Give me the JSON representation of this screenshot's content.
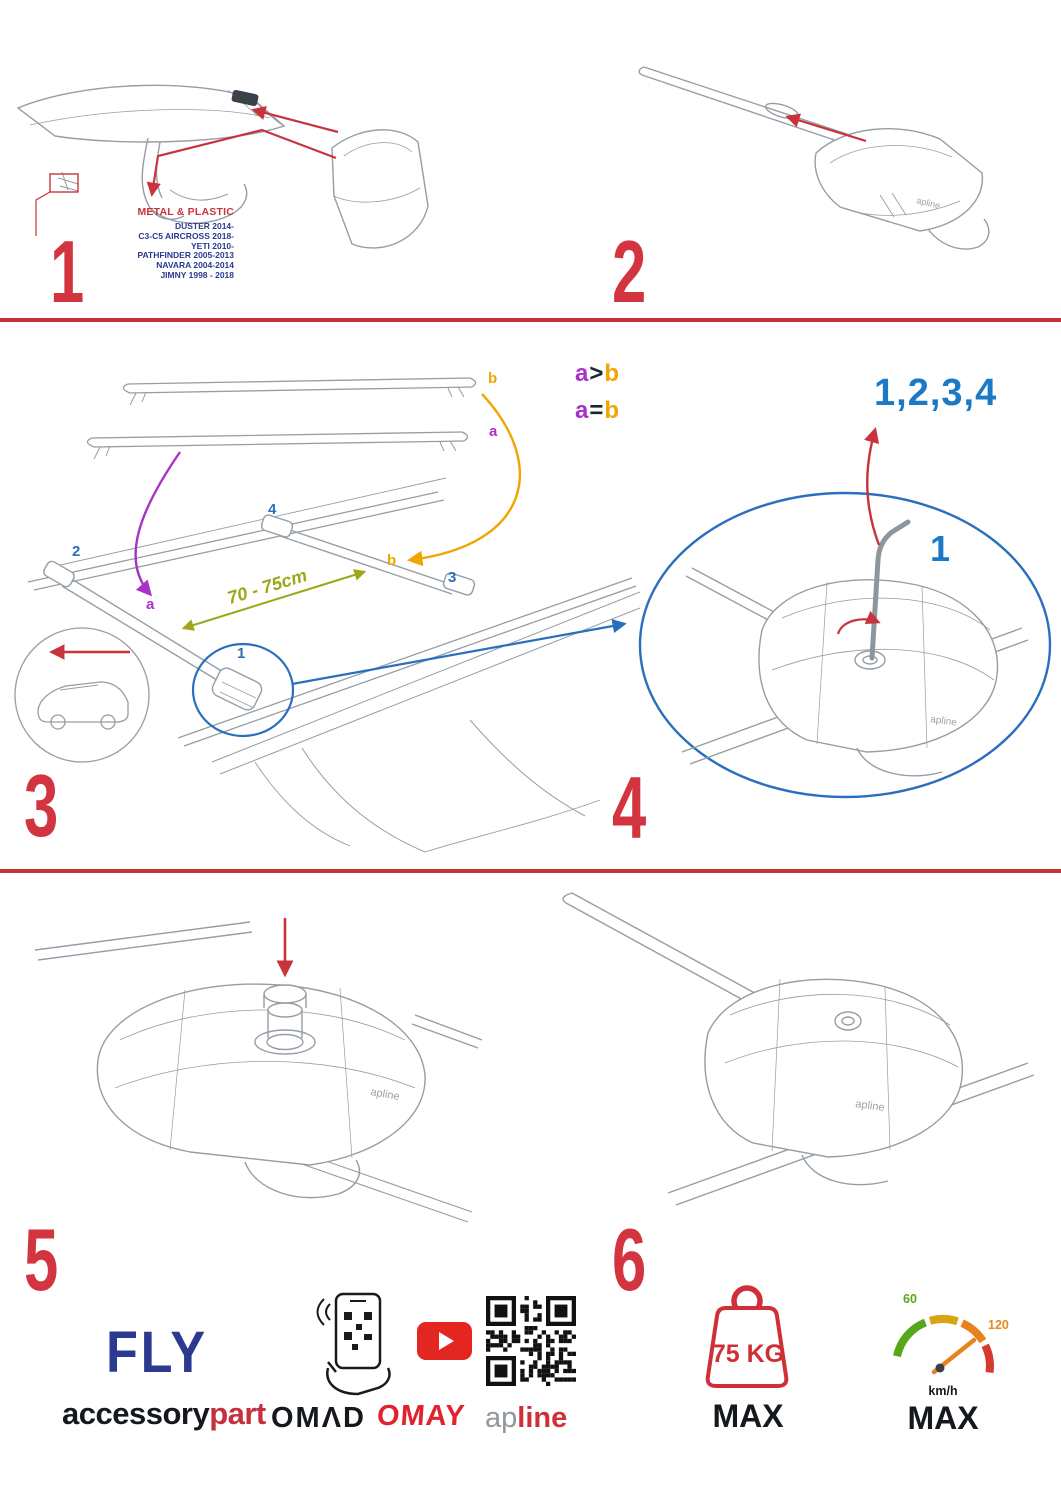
{
  "steps": {
    "step1": {
      "number": "1",
      "material": "METAL & PLASTIC",
      "vehicles": [
        "DUSTER 2014-",
        "C3-C5 AIRCROSS 2018-",
        "YETI 2010-",
        "PATHFINDER 2005-2013",
        "NAVARA 2004-2014",
        "JIMNY 1998 - 2018"
      ]
    },
    "step2": {
      "number": "2"
    },
    "step3": {
      "number": "3",
      "bar_label_b": "b",
      "bar_label_a": "a",
      "legend_gt": {
        "a": "a",
        "op": ">",
        "b": "b"
      },
      "legend_eq": {
        "a": "a",
        "op": "=",
        "b": "b"
      },
      "roof_2": "2",
      "roof_4": "4",
      "roof_b": "b",
      "roof_3": "3",
      "roof_a": "a",
      "roof_1": "1",
      "distance": "70 - 75cm"
    },
    "step4": {
      "number": "4",
      "sequence": "1,2,3,4",
      "callout": "1"
    },
    "step5": {
      "number": "5"
    },
    "step6": {
      "number": "6"
    }
  },
  "branding": {
    "fly": "FLY",
    "accessory": "accessory",
    "part": "part",
    "omad": "OMΛD",
    "omay": "OMAY",
    "apline_ap": "ap",
    "apline_line": "line",
    "logo_small": "apline"
  },
  "limits": {
    "weight_value": "75 KG",
    "weight_max": "MAX",
    "speed_low": "60",
    "speed_high": "120",
    "speed_unit": "km/h",
    "speed_max": "MAX"
  },
  "colors": {
    "accent_red": "#d2353f",
    "brand_blue": "#2b3990",
    "bright_blue": "#1b79c6",
    "purple": "#a832c8",
    "orange": "#f0a500",
    "olive": "#9ea718",
    "green": "#56a71c"
  }
}
